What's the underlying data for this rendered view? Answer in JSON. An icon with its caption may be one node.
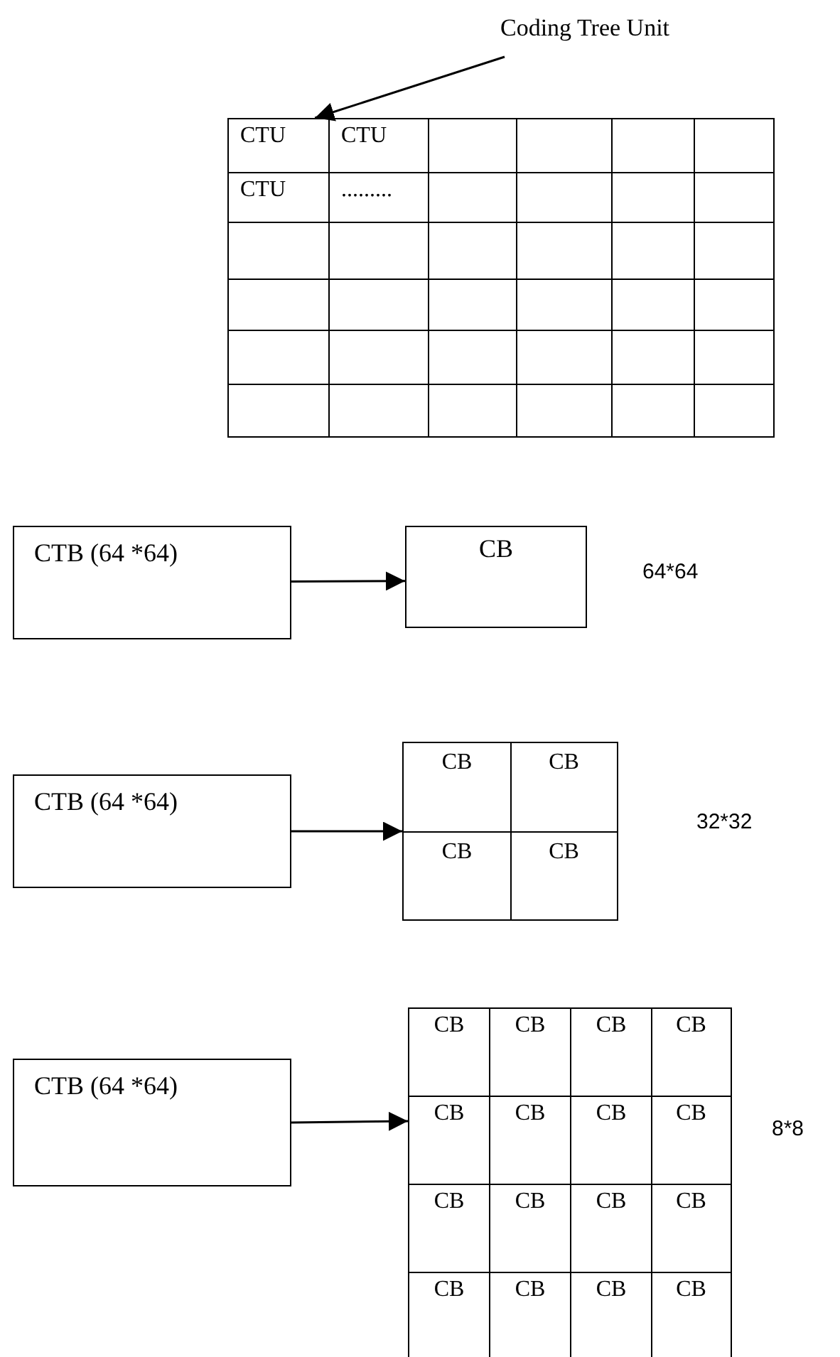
{
  "diagram": {
    "nodes": [
      {
        "text": [
          "Coding Tree Unit"
        ]
      },
      {
        "text": [],
        "shape": "box"
      },
      {
        "text": [
          "CTU"
        ],
        "in": 1
      },
      {
        "text": [
          "CTU"
        ],
        "in": 1
      },
      {
        "text": [],
        "shape": "box",
        "in": 1
      },
      {
        "text": [],
        "shape": "box",
        "in": 1
      },
      {
        "text": [],
        "shape": "box",
        "in": 1
      },
      {
        "text": [],
        "shape": "box",
        "in": 1
      },
      {
        "text": [
          "CTU"
        ],
        "in": 1
      },
      {
        "text": [
          "........."
        ],
        "in": 1
      },
      {
        "text": [],
        "shape": "box",
        "in": 1
      },
      {
        "text": [],
        "shape": "box",
        "in": 1
      },
      {
        "text": [],
        "shape": "box",
        "in": 1
      },
      {
        "text": [],
        "shape": "box",
        "in": 1
      },
      {
        "text": [],
        "shape": "box",
        "in": 1
      },
      {
        "text": [],
        "shape": "box",
        "in": 1
      },
      {
        "text": [],
        "shape": "box",
        "in": 1
      },
      {
        "text": [],
        "shape": "box",
        "in": 1
      },
      {
        "text": [],
        "shape": "box",
        "in": 1
      },
      {
        "text": [],
        "shape": "box",
        "in": 1
      },
      {
        "text": [],
        "shape": "box",
        "in": 1
      },
      {
        "text": [],
        "shape": "box",
        "in": 1
      },
      {
        "text": [],
        "shape": "box",
        "in": 1
      },
      {
        "text": [],
        "shape": "box",
        "in": 1
      },
      {
        "text": [],
        "shape": "box",
        "in": 1
      },
      {
        "text": [],
        "shape": "box",
        "in": 1
      },
      {
        "text": [],
        "shape": "box",
        "in": 1
      },
      {
        "text": [],
        "shape": "box",
        "in": 1
      },
      {
        "text": [],
        "shape": "box",
        "in": 1
      },
      {
        "text": [],
        "shape": "box",
        "in": 1
      },
      {
        "text": [],
        "shape": "box",
        "in": 1
      },
      {
        "text": [],
        "shape": "box",
        "in": 1
      },
      {
        "text": [],
        "shape": "box",
        "in": 1
      },
      {
        "text": [],
        "shape": "box",
        "in": 1
      },
      {
        "text": [],
        "shape": "box",
        "in": 1
      },
      {
        "text": [],
        "shape": "box",
        "in": 1
      },
      {
        "text": [],
        "shape": "box",
        "in": 1
      },
      {
        "text": [],
        "shape": "box",
        "in": 1
      },
      {
        "text": [
          "CTB (64 *64)"
        ]
      },
      {
        "text": [
          "CB"
        ],
        "beside": [
          "64*64"
        ]
      },
      {
        "text": [
          "CTB (64 *64)"
        ]
      },
      {
        "text": [],
        "shape": "box",
        "beside": [
          "32*32"
        ]
      },
      {
        "text": [
          "CB"
        ],
        "in": 41
      },
      {
        "text": [
          "CB"
        ],
        "in": 41
      },
      {
        "text": [
          "CB"
        ],
        "in": 41
      },
      {
        "text": [
          "CB"
        ],
        "in": 41
      },
      {
        "text": [
          "CTB (64 *64)"
        ]
      },
      {
        "text": [],
        "shape": "box",
        "beside": [
          "8*8"
        ]
      },
      {
        "text": [
          "CB"
        ],
        "in": 47
      },
      {
        "text": [
          "CB"
        ],
        "in": 47
      },
      {
        "text": [
          "CB"
        ],
        "in": 47
      },
      {
        "text": [
          "CB"
        ],
        "in": 47
      },
      {
        "text": [
          "CB"
        ],
        "in": 47
      },
      {
        "text": [
          "CB"
        ],
        "in": 47
      },
      {
        "text": [
          "CB"
        ],
        "in": 47
      },
      {
        "text": [
          "CB"
        ],
        "in": 47
      },
      {
        "text": [
          "CB"
        ],
        "in": 47
      },
      {
        "text": [
          "CB"
        ],
        "in": 47
      },
      {
        "text": [
          "CB"
        ],
        "in": 47
      },
      {
        "text": [
          "CB"
        ],
        "in": 47
      },
      {
        "text": [
          "CB"
        ],
        "in": 47
      },
      {
        "text": [
          "CB"
        ],
        "in": 47
      },
      {
        "text": [
          "CB"
        ],
        "in": 47
      },
      {
        "text": [
          "CB"
        ],
        "in": 47
      }
    ],
    "edges": [
      {
        "from": 0,
        "to": 1,
        "arrow": "to"
      },
      {
        "from": 38,
        "to": 39,
        "arrow": "to"
      },
      {
        "from": 40,
        "to": 41,
        "arrow": "to"
      },
      {
        "from": 46,
        "to": 47,
        "arrow": "to"
      }
    ]
  }
}
